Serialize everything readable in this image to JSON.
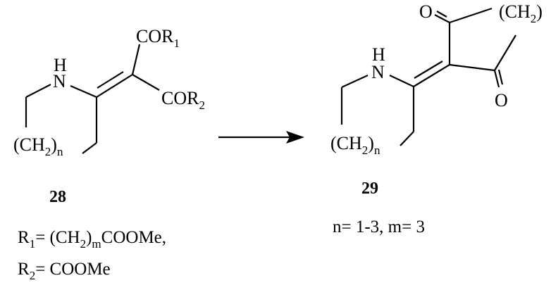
{
  "diagram": {
    "type": "chemical-reaction-scheme",
    "colors": {
      "ink": "#000000",
      "background": "#ffffff"
    },
    "reactant": {
      "compound_number": "28",
      "atoms": {
        "nh_h": "H",
        "nh_n": "N",
        "cor1_main": "COR",
        "cor1_sub": "1",
        "cor2_main": "COR",
        "cor2_sub": "2",
        "ring_open": "(CH",
        "ring_sub2": "2",
        "ring_close": ")",
        "ring_subn": "n"
      },
      "definitions": {
        "r1": {
          "symbol": "R",
          "sub": "1",
          "eq": "= (CH",
          "sub2": "2",
          "close": ")",
          "subm": "m",
          "tail": "COOMe,"
        },
        "r2": {
          "symbol": "R",
          "sub": "2",
          "eq": "= COOMe"
        }
      }
    },
    "arrow": {
      "direction": "right"
    },
    "product": {
      "compound_number": "29",
      "atoms": {
        "nh_h": "H",
        "nh_n": "N",
        "o_top": "O",
        "o_bottom": "O",
        "chain_open": "(CH",
        "chain_sub2": "2",
        "chain_close": ")",
        "ring_open": "(CH",
        "ring_sub2": "2",
        "ring_close": ")",
        "ring_subn": "n"
      },
      "conditions": "n= 1-3, m= 3"
    }
  }
}
